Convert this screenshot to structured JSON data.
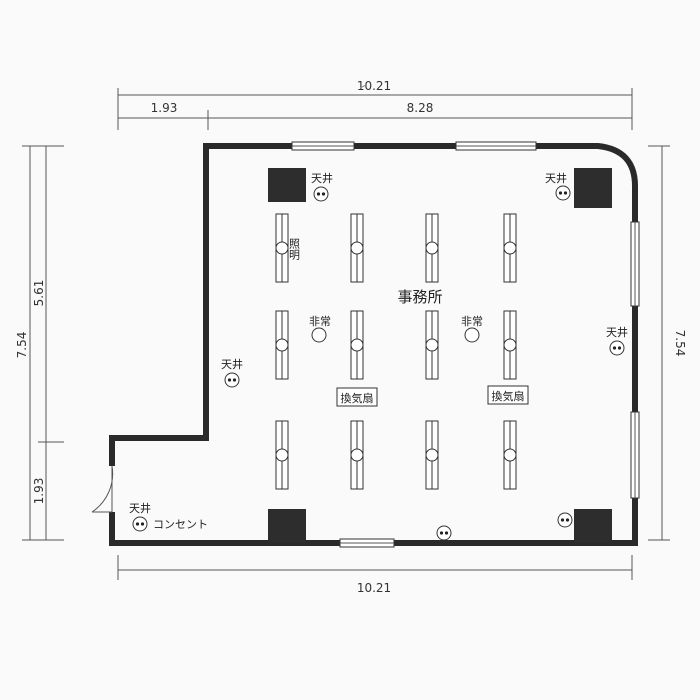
{
  "dimensions": {
    "top_total": "10.21",
    "top_left": "1.93",
    "top_right": "8.28",
    "left_total": "7.54",
    "left_upper": "5.61",
    "left_lower": "1.93",
    "right_total": "7.54",
    "bottom_total": "10.21"
  },
  "labels": {
    "room": "事務所",
    "lighting": "照明",
    "emergency": "非常",
    "ventilation_fan": "換気扇",
    "ceiling": "天井",
    "outlet": "コンセント"
  }
}
